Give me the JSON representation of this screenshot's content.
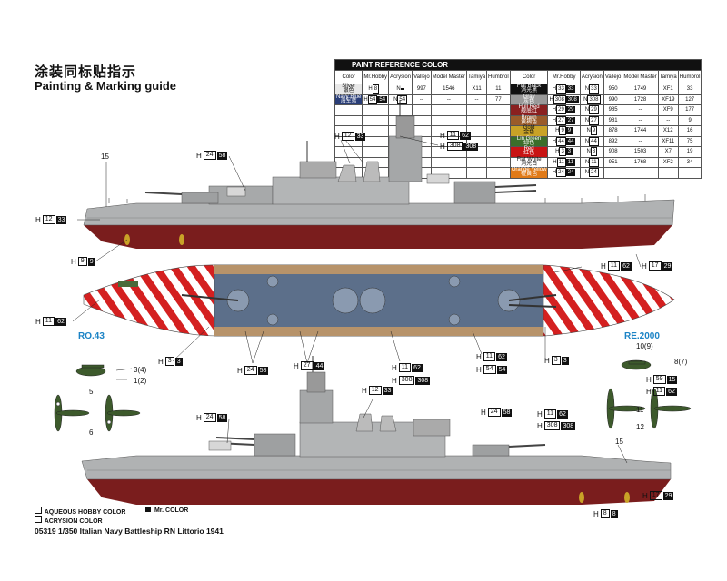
{
  "header": {
    "title_cn": "涂装同标贴指示",
    "title_en": "Painting & Marking guide"
  },
  "paint_table": {
    "title": "PAINT REFERENCE COLOR",
    "headers": [
      "Color",
      "Mr.Hobby",
      "Acrysion",
      "Vallejo",
      "Model Master",
      "Tamiya",
      "Humbrol"
    ],
    "left_rows": [
      {
        "name": "Silver",
        "cn": "银色",
        "swatch": "#e8e8e8",
        "text": "#111",
        "hobby": "8",
        "acry": "",
        "vallejo": "997",
        "master": "1546",
        "tamiya": "X11",
        "humbrol": "11"
      },
      {
        "name": "Navy Blue",
        "cn": "海军蓝",
        "swatch": "#2a3e78",
        "text": "#fff",
        "hobby": "54",
        "acry": "54",
        "vallejo": "--",
        "master": "--",
        "tamiya": "--",
        "humbrol": "77"
      }
    ],
    "right_rows": [
      {
        "name": "Flat Black",
        "cn": "消光黑",
        "swatch": "#111111",
        "text": "#fff",
        "hobby": "33",
        "acry": "33",
        "vallejo": "950",
        "master": "1749",
        "tamiya": "XF1",
        "humbrol": "33"
      },
      {
        "name": "Gray",
        "cn": "灰色",
        "swatch": "#9a9a9a",
        "text": "#fff",
        "hobby": "308",
        "acry": "308",
        "vallejo": "990",
        "master": "1728",
        "tamiya": "XF19",
        "humbrol": "127"
      },
      {
        "name": "Hull Red",
        "cn": "舰底红",
        "swatch": "#8a2020",
        "text": "#fff",
        "hobby": "29",
        "acry": "29",
        "vallejo": "985",
        "master": "--",
        "tamiya": "XF9",
        "humbrol": "177"
      },
      {
        "name": "Brown",
        "cn": "黄褐色",
        "swatch": "#9a5b2a",
        "text": "#fff",
        "hobby": "27",
        "acry": "27",
        "vallejo": "981",
        "master": "--",
        "tamiya": "--",
        "humbrol": "9"
      },
      {
        "name": "Gold",
        "cn": "金色",
        "swatch": "#c9a227",
        "text": "#111",
        "hobby": "9",
        "acry": "9",
        "vallejo": "878",
        "master": "1744",
        "tamiya": "X12",
        "humbrol": "16"
      },
      {
        "name": "Lin Green",
        "cn": "绿色",
        "swatch": "#3b6e2a",
        "text": "#fff",
        "hobby": "44",
        "acry": "44",
        "vallejo": "892",
        "master": "--",
        "tamiya": "XF11",
        "humbrol": "75"
      },
      {
        "name": "Red",
        "cn": "红色",
        "swatch": "#c81414",
        "text": "#fff",
        "hobby": "3",
        "acry": "3",
        "vallejo": "908",
        "master": "1503",
        "tamiya": "X7",
        "humbrol": "19"
      },
      {
        "name": "Flat White",
        "cn": "消光白",
        "swatch": "#ffffff",
        "text": "#111",
        "hobby": "11",
        "acry": "11",
        "vallejo": "951",
        "master": "1768",
        "tamiya": "XF2",
        "humbrol": "34"
      },
      {
        "name": "Orange Yellow",
        "cn": "橙黄色",
        "swatch": "#e07a18",
        "text": "#fff",
        "hobby": "24",
        "acry": "24",
        "vallejo": "--",
        "master": "--",
        "tamiya": "--",
        "humbrol": "--"
      }
    ]
  },
  "callouts": {
    "c1": {
      "h": "H",
      "n1": "24",
      "n2": "58"
    },
    "c2": {
      "h": "H",
      "n1": "12",
      "n2": "33"
    },
    "c3": {
      "h": "H",
      "n1": "11",
      "n2": "62"
    },
    "c4": {
      "h": "H",
      "n1": "308",
      "n2": "308"
    },
    "c5": {
      "h": "H",
      "n1": "12",
      "n2": "33"
    },
    "c6": {
      "h": "H",
      "n1": "9",
      "n2": "9"
    },
    "c7": {
      "h": "H",
      "n1": "11",
      "n2": "62"
    },
    "c8": {
      "h": "H",
      "n1": "17",
      "n2": "29"
    },
    "c9": {
      "h": "H",
      "n1": "11",
      "n2": "62"
    },
    "c10": {
      "h": "H",
      "n1": "3",
      "n2": "3"
    },
    "c11": {
      "h": "H",
      "n1": "24",
      "n2": "58"
    },
    "c12": {
      "h": "H",
      "n1": "27",
      "n2": "44"
    },
    "c13": {
      "h": "H",
      "n1": "11",
      "n2": "62"
    },
    "c14": {
      "h": "H",
      "n1": "308",
      "n2": "308"
    },
    "c15": {
      "h": "H",
      "n1": "11",
      "n2": "62"
    },
    "c16": {
      "h": "H",
      "n1": "54",
      "n2": "54"
    },
    "c17": {
      "h": "H",
      "n1": "3",
      "n2": "3"
    },
    "c18": {
      "h": "H",
      "n1": "12",
      "n2": "33"
    },
    "c19": {
      "h": "H",
      "n1": "24",
      "n2": "58"
    },
    "c20": {
      "h": "H",
      "n1": "24",
      "n2": "58"
    },
    "c21": {
      "h": "H",
      "n1": "11",
      "n2": "62"
    },
    "c22": {
      "h": "H",
      "n1": "308",
      "n2": "308"
    },
    "c23": {
      "h": "H",
      "n1": "59",
      "n2": "15"
    },
    "c24": {
      "h": "H",
      "n1": "11",
      "n2": "62"
    },
    "c25": {
      "h": "H",
      "n1": "17",
      "n2": "29"
    },
    "c26": {
      "h": "H",
      "n1": "8",
      "n2": "8"
    }
  },
  "numbers": {
    "n15a": "15",
    "n3_4": "3(4)",
    "n1_2": "1(2)",
    "n5": "5",
    "n6": "6",
    "n10_9": "10(9)",
    "n8_7": "8(7)",
    "n11": "11",
    "n12": "12",
    "n15b": "15"
  },
  "aircraft": {
    "left": "RO.43",
    "right": "RE.2000"
  },
  "legend": {
    "aqueous": "AQUEOUS HOBBY COLOR",
    "mr": "Mr. COLOR",
    "acrysion": "ACRYSION COLOR"
  },
  "footer": "05319  1/350 Italian Navy Battleship RN Littorio 1941",
  "colors": {
    "hull_red": "#7a1d1d",
    "gray": "#a8aaab",
    "deck": "#b48a5a",
    "navy": "#4a5a78",
    "stripe_red": "#d42020",
    "accent_blue": "#1b83c5"
  }
}
